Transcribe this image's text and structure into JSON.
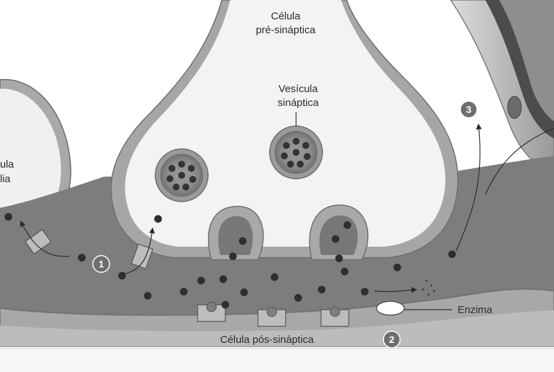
{
  "labels": {
    "pre_cell_line1": "Célula",
    "pre_cell_line2": "pré-sináptica",
    "vesicle_line1": "Vesícula",
    "vesicle_line2": "sináptica",
    "left_cell_partial_1": "ula",
    "left_cell_partial_2": "lia",
    "enzyme": "Enzima",
    "post_cell": "Célula pós-sináptica"
  },
  "steps": {
    "one": "1",
    "two": "2",
    "three": "3"
  },
  "colors": {
    "membrane": "#a6a6a6",
    "cleft": "#7e7e7e",
    "cytoplasm": "#f2f2f2",
    "molecule": "#2e2e2e",
    "badge": "#6e6e6e"
  }
}
